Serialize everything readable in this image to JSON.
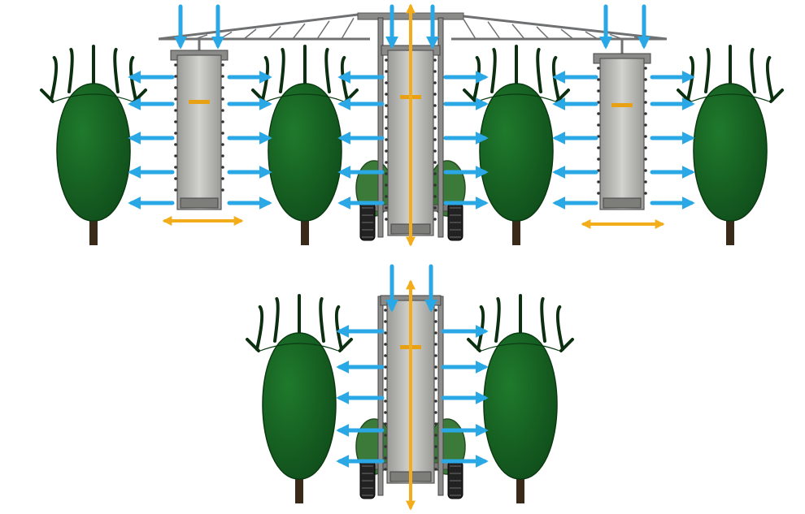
{
  "figure": {
    "colors": {
      "tree_dark": "#0f4a1a",
      "tree_mid": "#1f7a2c",
      "trunk": "#3a2a1a",
      "air_arrow": "#2aa8e6",
      "motion_arrow": "#f3ad1b",
      "frame": "#6f7072",
      "tower": "#bcbcb8",
      "tank_green": "#3c7a3a",
      "tire": "#222222"
    },
    "configurations": [
      {
        "id": "multi-row",
        "towers": 3,
        "trees": 4
      },
      {
        "id": "single-row",
        "towers": 1,
        "trees": 2
      }
    ],
    "icons": [
      "tree-icon",
      "air-flow-arrow",
      "height-adjust-arrow",
      "width-adjust-arrow",
      "sprayer-tower",
      "tractor-wheel"
    ]
  }
}
